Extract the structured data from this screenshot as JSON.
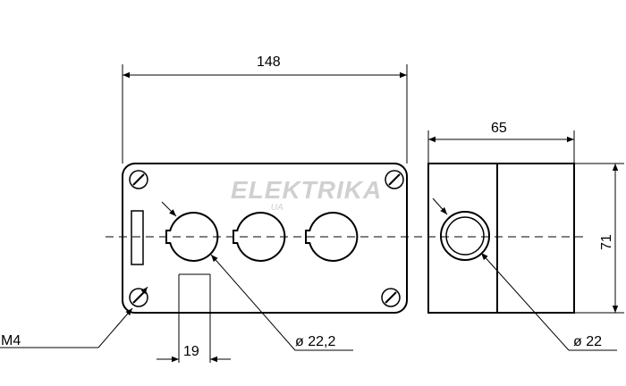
{
  "watermark": {
    "brand": "ELEKTRIKA",
    "domain": ".UA"
  },
  "dimensions": {
    "width_front": "148",
    "width_side": "65",
    "height_side": "71",
    "slot_width": "19",
    "hole_front": "ø 22,2",
    "hole_side": "ø 22",
    "screw": "M4"
  }
}
